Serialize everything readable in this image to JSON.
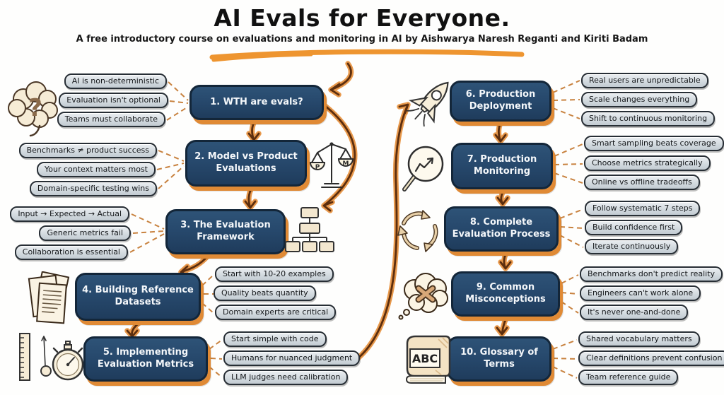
{
  "header": {
    "title": "AI Evals for Everyone.",
    "subtitle": "A free introductory course on evaluations and monitoring in AI by Aishwarya Naresh Reganti and Kiriti Badam"
  },
  "nodes": [
    {
      "label": "1. WTH are evals?",
      "notes": [
        "AI is non-deterministic",
        "Evaluation isn't optional",
        "Teams must collaborate"
      ]
    },
    {
      "label": "2. Model vs Product Evaluations",
      "notes": [
        "Benchmarks ≠ product success",
        "Your context matters most",
        "Domain-specific testing wins"
      ]
    },
    {
      "label": "3. The Evaluation Framework",
      "notes": [
        "Input → Expected → Actual",
        "Generic metrics fail",
        "Collaboration is essential"
      ]
    },
    {
      "label": "4. Building Reference Datasets",
      "notes": [
        "Start with 10-20 examples",
        "Quality beats quantity",
        "Domain experts are critical"
      ]
    },
    {
      "label": "5. Implementing Evaluation Metrics",
      "notes": [
        "Start simple with code",
        "Humans for nuanced judgment",
        "LLM judges need calibration"
      ]
    },
    {
      "label": "6. Production Deployment",
      "notes": [
        "Real users are unpredictable",
        "Scale changes everything",
        "Shift to continuous monitoring"
      ]
    },
    {
      "label": "7. Production Monitoring",
      "notes": [
        "Smart sampling beats coverage",
        "Choose metrics strategically",
        "Online vs offline tradeoffs"
      ]
    },
    {
      "label": "8. Complete Evaluation Process",
      "notes": [
        "Follow systematic 7 steps",
        "Build confidence first",
        "Iterate continuously"
      ]
    },
    {
      "label": "9. Common Misconceptions",
      "notes": [
        "Benchmarks don't predict reality",
        "Engineers can't work alone",
        "It's never one-and-done"
      ]
    },
    {
      "label": "10. Glossary of Terms",
      "notes": [
        "Shared vocabulary matters",
        "Clear definitions prevent confusion",
        "Team reference guide"
      ]
    }
  ],
  "icons": {
    "brain_question_mark": "?",
    "scale_left_pan": "P",
    "scale_right_pan": "M",
    "book_cover_text": "ABC"
  },
  "colors": {
    "node_fill": "#27496d",
    "node_fill2": "#1f3c5c",
    "node_border": "#132639",
    "node_shadow": "#e08a35",
    "pill_fill": "#ccd4da",
    "pill_border": "#272e35",
    "arrow": "#5c2e0e",
    "arrow_glow": "#e68e38",
    "dash": "#c8823f",
    "underline": "#ee9530",
    "ink": "#1a1a1a",
    "bg": "#fefefd"
  }
}
